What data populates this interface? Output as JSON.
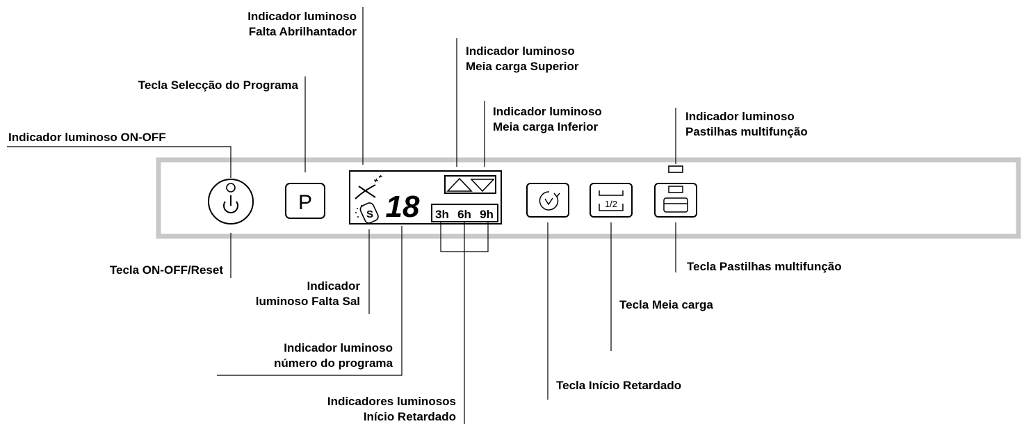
{
  "labels": {
    "falta_abrilhantador": [
      "Indicador luminoso",
      "Falta Abrilhantador"
    ],
    "meia_carga_superior": [
      "Indicador luminoso",
      "Meia carga Superior"
    ],
    "seleccao_programa": [
      "Tecla Selecção do Programa"
    ],
    "meia_carga_inferior": [
      "Indicador luminoso",
      "Meia carga Inferior"
    ],
    "pastilhas_indicador": [
      "Indicador luminoso",
      "Pastilhas multifunção"
    ],
    "on_off_indicador": [
      "Indicador luminoso ON-OFF"
    ],
    "on_off_reset": [
      "Tecla ON-OFF/Reset"
    ],
    "pastilhas_tecla": [
      "Tecla Pastilhas multifunção"
    ],
    "falta_sal": [
      "Indicador",
      "luminoso Falta Sal"
    ],
    "meia_carga_tecla": [
      "Tecla Meia carga"
    ],
    "numero_programa": [
      "Indicador luminoso",
      "número do programa"
    ],
    "inicio_retardado_tecla": [
      "Tecla Início Retardado"
    ],
    "inicio_retardado_indicadores": [
      "Indicadores luminosos",
      "Início Retardado"
    ]
  },
  "panel": {
    "program_button": "P",
    "display_digits": "18",
    "delay_options": [
      "3h",
      "6h",
      "9h"
    ],
    "half_load_label": "1/2",
    "salt_symbol": "S"
  }
}
